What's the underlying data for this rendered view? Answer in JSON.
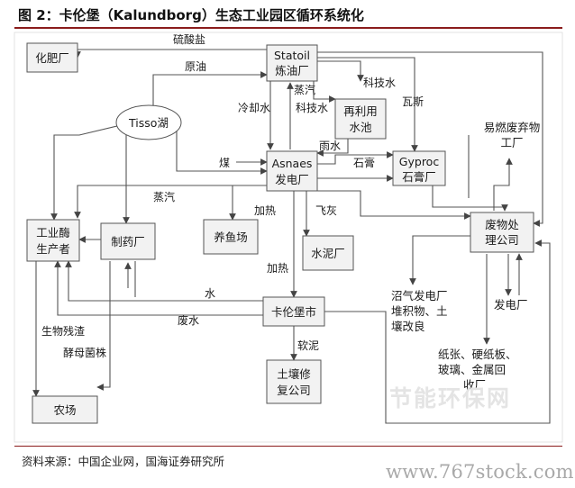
{
  "figure_title": "图 2：卡伦堡（Kalundborg）生态工业园区循环系统化",
  "source_note": "资料来源：中国企业网，国海证券研究所",
  "watermark": "www.767stock.com",
  "faint_watermark": "节能环保网",
  "nodes": {
    "fertilizer": [
      "化肥厂"
    ],
    "statoil": [
      "Statoil",
      "炼油厂"
    ],
    "recycle_pool": [
      "再利用",
      "水池"
    ],
    "tisso": [
      "Tisso湖"
    ],
    "asnaes": [
      "Asnaes",
      "发电厂"
    ],
    "gyproc": [
      "Gyproc",
      "石膏厂"
    ],
    "waste_company": [
      "废物处",
      "理公司"
    ],
    "enzyme": [
      "工业酶",
      "生产者"
    ],
    "pharma": [
      "制药厂"
    ],
    "fish_farm": [
      "养鱼场"
    ],
    "cement": [
      "水泥厂"
    ],
    "kalundborg": [
      "卡伦堡市"
    ],
    "soil": [
      "土壤修",
      "复公司"
    ],
    "farm": [
      "农场"
    ],
    "power_plant": [
      "发电厂"
    ],
    "flammable": [
      "易燃废弃物",
      "工厂"
    ],
    "biogas": [
      "沼气发电厂",
      "堆积物、土",
      "壤改良"
    ],
    "recyclables": [
      "纸张、硬纸板、",
      "玻璃、金属回",
      "收厂"
    ]
  },
  "edge_labels": {
    "sulfate": "硫酸盐",
    "crude_oil": "原油",
    "tech_water_1": "科技水",
    "steam_1": "蒸汽",
    "cooling_water": "冷却水",
    "tech_water_2": "科技水",
    "gas": "瓦斯",
    "rain_water": "雨水",
    "coal": "煤",
    "gypsum": "石膏",
    "steam_2": "蒸汽",
    "heating_1": "加热",
    "fly_ash": "飞灰",
    "heating_2": "加热",
    "water": "水",
    "waste_water": "废水",
    "bio_residue": "生物残渣",
    "yeast": "酵母菌株",
    "sludge": "软泥"
  }
}
